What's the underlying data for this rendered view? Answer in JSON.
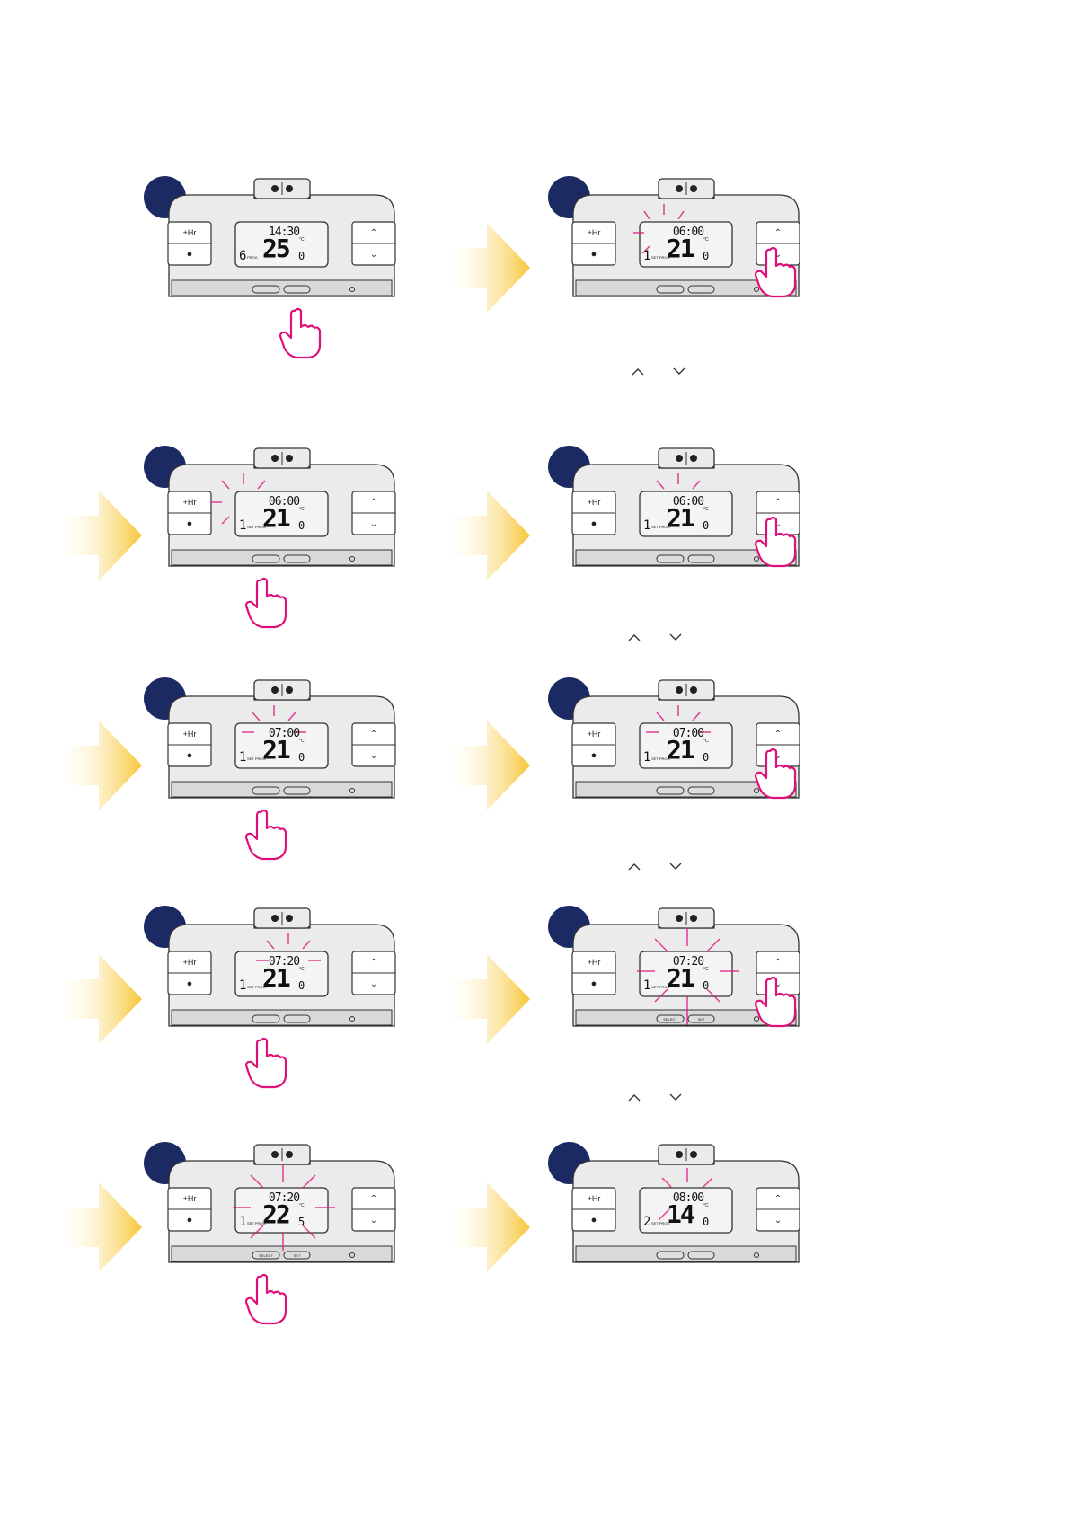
{
  "colors": {
    "badge": "#1c2a63",
    "highlight": "#e0107a",
    "arrow": "#f7c534",
    "device": "#ebebeb",
    "bar": "#d9d9d9"
  },
  "device_labels": {
    "hr_button": "+Hr",
    "select_button": "SELECT",
    "set_button": "SET",
    "set_prog_tag": "SET PROG",
    "prog_tag": "PROG",
    "unit": "°C",
    "up_icon": "up-chevron-icon",
    "down_icon": "down-chevron-icon",
    "flame_icon": "flame-icon",
    "hand_icon": "pointing-hand-icon"
  },
  "steps": [
    {
      "time": "14:30",
      "temp": "25",
      "decimal": "0",
      "prog": "6"
    },
    {
      "time": "06:00",
      "temp": "21",
      "decimal": "0",
      "prog": "1"
    },
    {
      "time": "06:00",
      "temp": "21",
      "decimal": "0",
      "prog": "1"
    },
    {
      "time": "06:00",
      "temp": "21",
      "decimal": "0",
      "prog": "1"
    },
    {
      "time": "07:00",
      "temp": "21",
      "decimal": "0",
      "prog": "1"
    },
    {
      "time": "07:00",
      "temp": "21",
      "decimal": "0",
      "prog": "1"
    },
    {
      "time": "07:20",
      "temp": "21",
      "decimal": "0",
      "prog": "1"
    },
    {
      "time": "07:20",
      "temp": "21",
      "decimal": "0",
      "prog": "1"
    },
    {
      "time": "07:20",
      "temp": "22",
      "decimal": "5",
      "prog": "1"
    },
    {
      "time": "08:00",
      "temp": "14",
      "decimal": "0",
      "prog": "2"
    }
  ],
  "updown_hint": {
    "up": "^",
    "down": "v"
  }
}
